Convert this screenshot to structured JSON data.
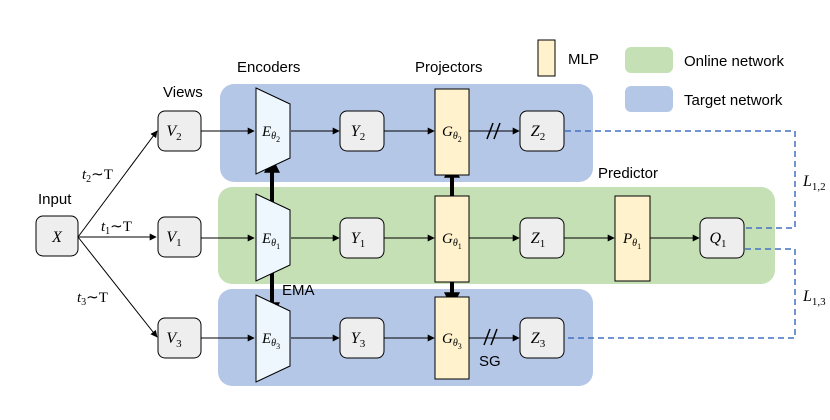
{
  "labels": {
    "views": "Views",
    "encoders": "Encoders",
    "projectors": "Projectors",
    "predictor": "Predictor",
    "input": "Input",
    "ema": "EMA",
    "sg": "SG"
  },
  "legend": {
    "mlp": "MLP",
    "online": "Online network",
    "target": "Target network"
  },
  "nodes": {
    "x": "X",
    "v1": "V",
    "v1_sub": "1",
    "v2": "V",
    "v2_sub": "2",
    "v3": "V",
    "v3_sub": "3",
    "y1": "Y",
    "y1_sub": "1",
    "y2": "Y",
    "y2_sub": "2",
    "y3": "Y",
    "y3_sub": "3",
    "z1": "Z",
    "z1_sub": "1",
    "z2": "Z",
    "z2_sub": "2",
    "z3": "Z",
    "z3_sub": "3",
    "q1": "Q",
    "q1_sub": "1",
    "e1": "E",
    "e1_sub": "θ",
    "e1_subsub": "1",
    "e2": "E",
    "e2_sub": "θ",
    "e2_subsub": "2",
    "e3": "E",
    "e3_sub": "θ",
    "e3_subsub": "3",
    "g1": "G",
    "g1_sub": "θ",
    "g1_subsub": "1",
    "g2": "G",
    "g2_sub": "θ",
    "g2_subsub": "2",
    "g3": "G",
    "g3_sub": "θ",
    "g3_subsub": "3",
    "p1": "P",
    "p1_sub": "θ",
    "p1_subsub": "1"
  },
  "transforms": {
    "t1": "t",
    "t1_sub": "1",
    "t1_rest": "∼T",
    "t2": "t",
    "t2_sub": "2",
    "t2_rest": "∼T",
    "t3": "t",
    "t3_sub": "3",
    "t3_rest": "∼T"
  },
  "losses": {
    "l12": "L",
    "l12_sub": "1,2",
    "l13": "L",
    "l13_sub": "1,3"
  },
  "colors": {
    "online": "#c5e0b4",
    "target": "#b4c7e7",
    "mlp": "#fff2cc",
    "encoder": "#eef7fd",
    "node": "#eeeeee",
    "dashed": "#4472c4"
  }
}
